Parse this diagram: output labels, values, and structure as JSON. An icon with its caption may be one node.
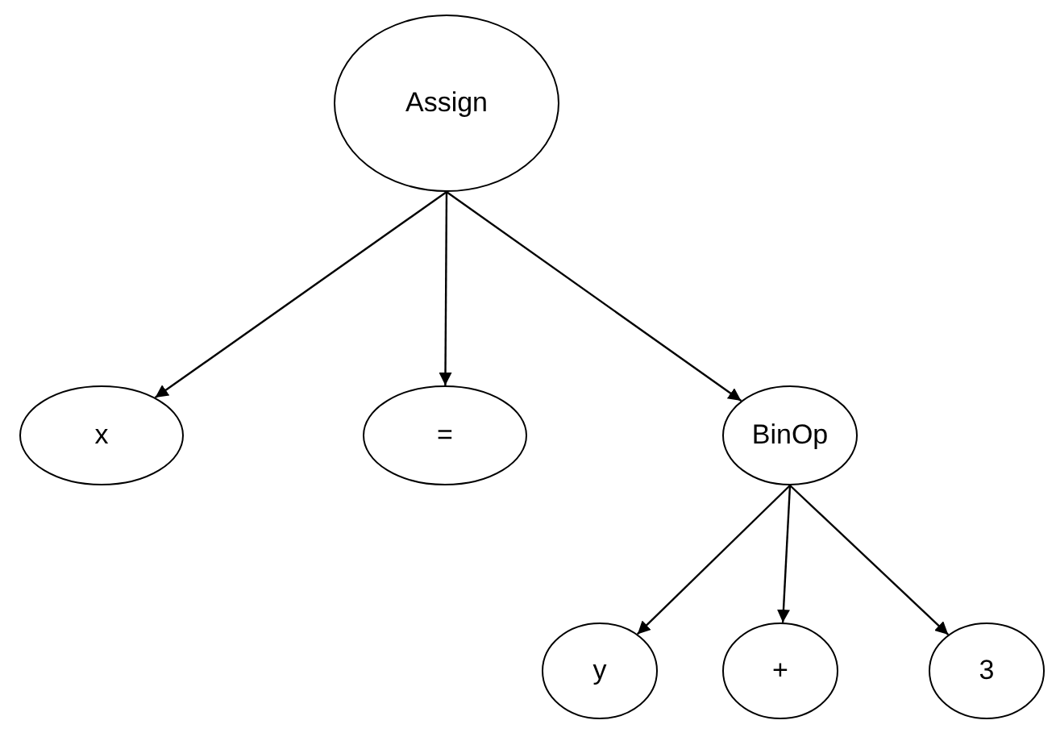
{
  "diagram": {
    "nodes": [
      {
        "text": [
          "Assign"
        ]
      },
      {
        "text": [
          "x"
        ]
      },
      {
        "text": [
          "="
        ]
      },
      {
        "text": [
          "BinOp"
        ]
      },
      {
        "text": [
          "y"
        ]
      },
      {
        "text": [
          "+"
        ]
      },
      {
        "text": [
          "3"
        ]
      }
    ],
    "edges": [
      {
        "from": 0,
        "to": 1,
        "arrow": "to"
      },
      {
        "from": 0,
        "to": 2,
        "arrow": "to"
      },
      {
        "from": 0,
        "to": 3,
        "arrow": "to"
      },
      {
        "from": 3,
        "to": 4,
        "arrow": "to"
      },
      {
        "from": 3,
        "to": 5,
        "arrow": "to"
      },
      {
        "from": 3,
        "to": 6,
        "arrow": "to"
      }
    ]
  }
}
